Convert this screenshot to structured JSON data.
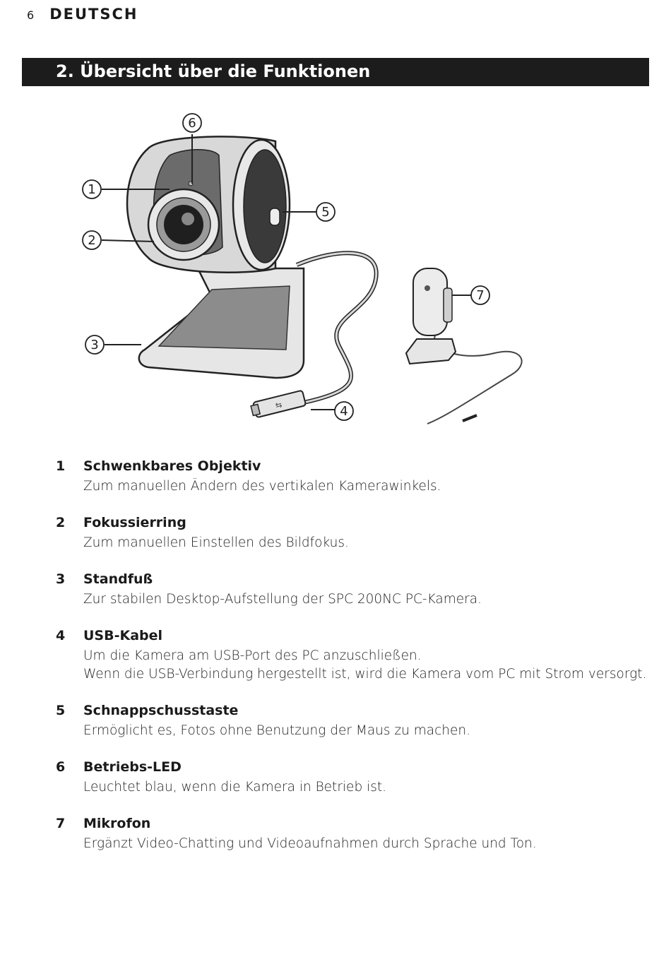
{
  "header": {
    "page_number": "6",
    "language": "DEUTSCH"
  },
  "section_title": "2. Übersicht über die Funktionen",
  "figure": {
    "callouts": [
      "1",
      "2",
      "3",
      "4",
      "5",
      "6",
      "7"
    ],
    "colors": {
      "body_light": "#ececec",
      "body_mid": "#b5b5b5",
      "body_dark": "#3a3a3a",
      "outline": "#222222"
    }
  },
  "items": [
    {
      "num": "1",
      "term": "Schwenkbares Objektiv",
      "desc": [
        "Zum manuellen Ändern des vertikalen Kamerawinkels."
      ]
    },
    {
      "num": "2",
      "term": "Fokussierring",
      "desc": [
        "Zum manuellen Einstellen des Bildfokus."
      ]
    },
    {
      "num": "3",
      "term": "Standfuß",
      "desc": [
        "Zur stabilen Desktop-Aufstellung der SPC 200NC PC-Kamera."
      ]
    },
    {
      "num": "4",
      "term": "USB-Kabel",
      "desc": [
        "Um die Kamera am USB-Port des PC anzuschließen.",
        "Wenn die USB-Verbindung hergestellt ist, wird die Kamera vom PC mit Strom versorgt."
      ]
    },
    {
      "num": "5",
      "term": "Schnappschusstaste",
      "desc": [
        "Ermöglicht es, Fotos ohne Benutzung der Maus zu machen."
      ]
    },
    {
      "num": "6",
      "term": "Betriebs-LED",
      "desc": [
        "Leuchtet blau, wenn die Kamera in Betrieb ist."
      ]
    },
    {
      "num": "7",
      "term": "Mikrofon",
      "desc": [
        "Ergänzt Video-Chatting und Videoaufnahmen durch Sprache und Ton."
      ]
    }
  ]
}
